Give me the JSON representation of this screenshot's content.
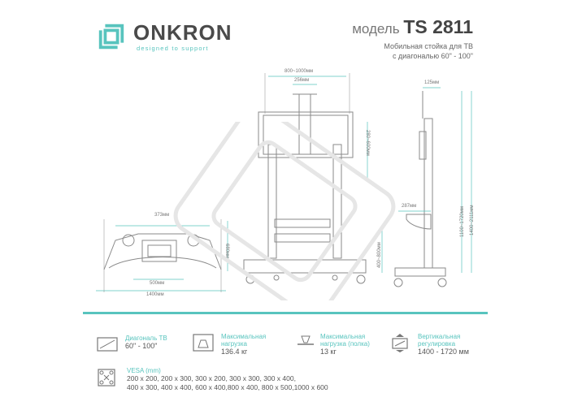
{
  "brand": {
    "name": "ONKRON",
    "tagline": "designed to support"
  },
  "model": {
    "prefix": "модель",
    "code": "TS 2811",
    "desc_line1": "Мобильная стойка для ТВ",
    "desc_line2": "с диагональю 60\" - 100\""
  },
  "dimensions": {
    "top_width": "800~1000мм",
    "top_inner": "256мм",
    "mount_height": "280~600мм",
    "side_top": "125мм",
    "side_height1": "1100~1720мм",
    "side_height2": "1400~2111мм",
    "shelf_depth": "287мм",
    "shelf_height": "400~800мм",
    "base_inner": "373мм",
    "base_depth": "500мм",
    "base_width": "1400мм",
    "base_height": "680мм"
  },
  "specs": [
    {
      "label1": "Диагональ ТВ",
      "label2": "",
      "value": "60\" - 100\""
    },
    {
      "label1": "Максимальная",
      "label2": "нагрузка",
      "value": "136.4 кг"
    },
    {
      "label1": "Максимальная",
      "label2": "нагрузка (полка)",
      "value": "13 кг"
    },
    {
      "label1": "Вертикальная",
      "label2": "регулировка",
      "value": "1400 - 1720 мм"
    }
  ],
  "vesa": {
    "label": "VESA (mm)",
    "line1": "200 x 200, 200 x 300, 300 x 200, 300 x 300, 300 x 400,",
    "line2": "400 x 300, 400 x 400, 600 x 400,800 x 400, 800 x 500,1000 x 600"
  },
  "colors": {
    "accent": "#58c4be",
    "ink": "#444444",
    "line": "#8a8a8a"
  }
}
